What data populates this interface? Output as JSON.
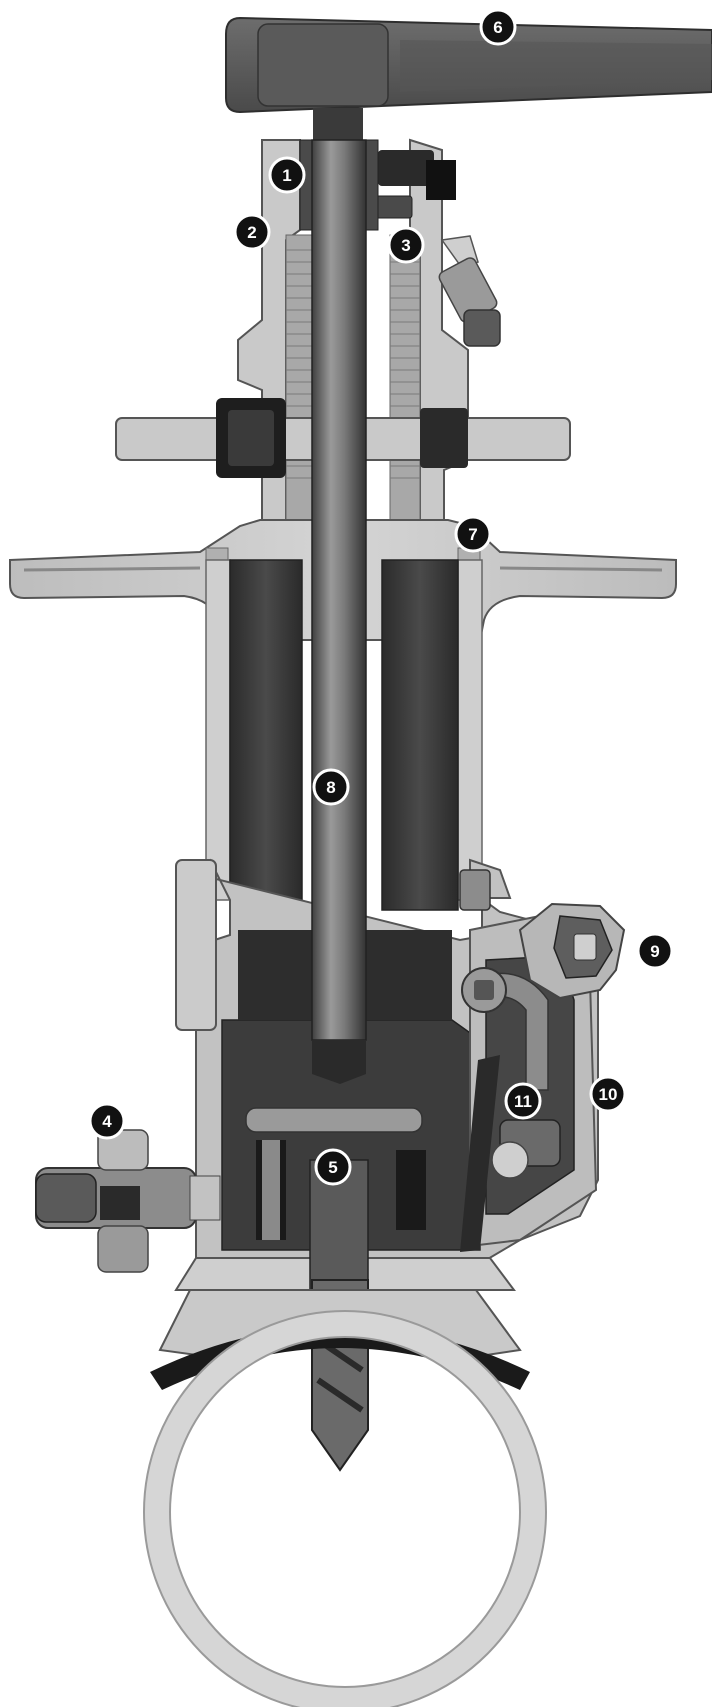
{
  "diagram": {
    "colors": {
      "casting": "#c7c7c7",
      "casting_light": "#dcdcdc",
      "steel": "#6f6f6f",
      "steel_dark": "#3a3a3a",
      "steel_mid": "#8a8a8a",
      "black": "#151515",
      "handle": "#5c5c5c",
      "pipe_ring": "#e0e0e0",
      "callout_fill": "#111111",
      "callout_ring": "#ffffff"
    },
    "callouts": [
      {
        "id": "1",
        "label": "1"
      },
      {
        "id": "2",
        "label": "2"
      },
      {
        "id": "3",
        "label": "3"
      },
      {
        "id": "4",
        "label": "4"
      },
      {
        "id": "5",
        "label": "5"
      },
      {
        "id": "6",
        "label": "6"
      },
      {
        "id": "7",
        "label": "7"
      },
      {
        "id": "8",
        "label": "8"
      },
      {
        "id": "9",
        "label": "9"
      },
      {
        "id": "10",
        "label": "10"
      },
      {
        "id": "11",
        "label": "11"
      }
    ]
  }
}
